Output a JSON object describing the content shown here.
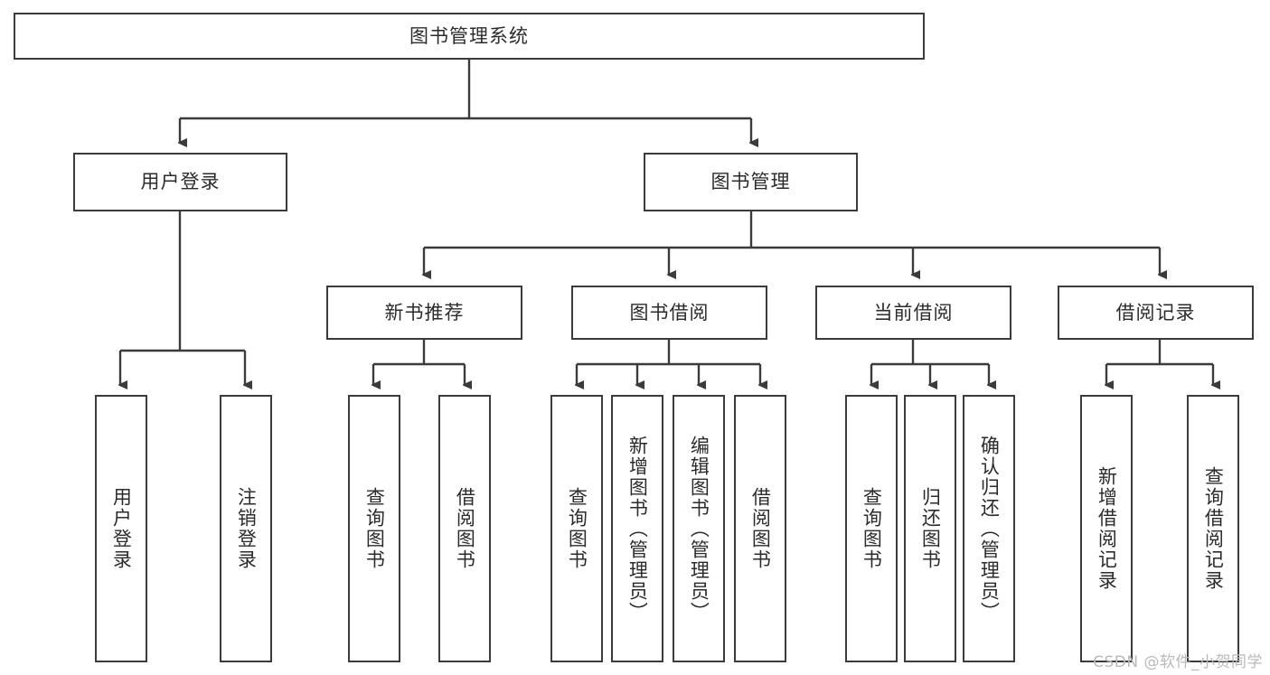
{
  "diagram": {
    "type": "tree",
    "title": "图书管理系统",
    "watermark": "CSDN @软件_小贺同学",
    "colors": {
      "stroke": "#3b3b3b",
      "fill": "#ffffff",
      "text": "#2b2b2b",
      "watermark": "#b9b9b9"
    },
    "levels": {
      "root": {
        "label": "图书管理系统"
      },
      "level2": [
        {
          "label": "用户登录"
        },
        {
          "label": "图书管理"
        }
      ],
      "level3": [
        {
          "label": "新书推荐"
        },
        {
          "label": "图书借阅"
        },
        {
          "label": "当前借阅"
        },
        {
          "label": "借阅记录"
        }
      ],
      "leaves": {
        "user_login": [
          {
            "label": "用户登录"
          },
          {
            "label": "注销登录"
          }
        ],
        "new_books": [
          {
            "label": "查询图书"
          },
          {
            "label": "借阅图书"
          }
        ],
        "book_borrow": [
          {
            "label": "查询图书"
          },
          {
            "label": "新增图书（管理员）"
          },
          {
            "label": "编辑图书（管理员）"
          },
          {
            "label": "借阅图书"
          }
        ],
        "current_borrow": [
          {
            "label": "查询图书"
          },
          {
            "label": "归还图书"
          },
          {
            "label": "确认归还（管理员）"
          }
        ],
        "borrow_records": [
          {
            "label": "新增借阅记录"
          },
          {
            "label": "查询借阅记录"
          }
        ]
      }
    }
  }
}
